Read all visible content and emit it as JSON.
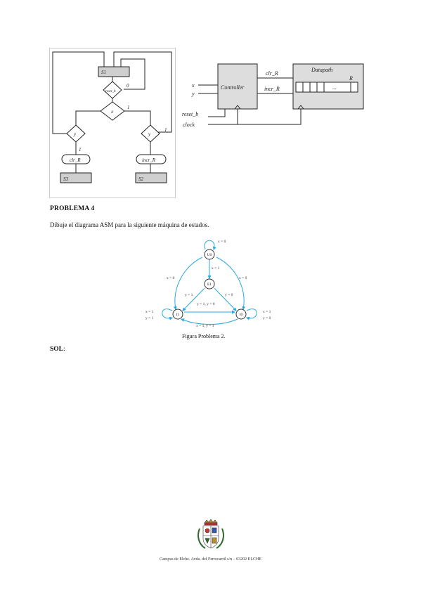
{
  "asm_chart": {
    "s1": "S1",
    "reset": "reset_b",
    "reset_zero": "0",
    "x": "x",
    "x_one": "1",
    "y_left": "y",
    "y_left_one": "1",
    "y_right": "y",
    "y_right_one": "1",
    "clr_output": "clr_R",
    "incr_output": "incr_R",
    "s3": "S3",
    "s2": "S2"
  },
  "block_diagram": {
    "in_x": "x",
    "in_y": "y",
    "controller": "Controller",
    "clr": "clr_R",
    "incr": "incr_R",
    "datapath": "Datapath",
    "register": "R",
    "register_dots": "...",
    "reset": "reset_b",
    "clock": "clock"
  },
  "problem": {
    "heading": "PROBLEMA 4",
    "instruction": "Dibuje el diagrama ASM para la siguiente máquina de estados."
  },
  "state_diagram": {
    "states": [
      "U0",
      "E1",
      "I1",
      "I0"
    ],
    "labels": {
      "u0_self": "x = 0",
      "u0_to_e1": "x = 1",
      "u0_to_i1": "x = 0",
      "u0_to_i0": "x = 0",
      "e1_to_i1": "y = 1",
      "e1_to_i0": "y = 0",
      "i1_i0_mid": "y = 1, y = 0",
      "i1_self_a": "x = 1",
      "i1_self_b": "y = 1",
      "i0_self_a": "x = 1",
      "i0_self_b": "y = 0",
      "bottom": "x = 1, y = 1"
    },
    "edge_color": "#29a8e0"
  },
  "caption": "Figura Problema 2.",
  "solution": {
    "label": "SOL",
    "suffix": ":"
  },
  "footer": "Campus de Elche. Avda. del Ferrocarril s/n – 03202 ELCHE"
}
